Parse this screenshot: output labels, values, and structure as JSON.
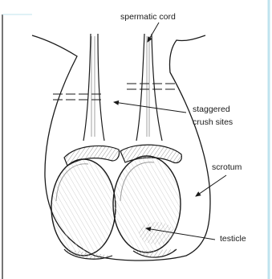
{
  "labels": {
    "spermatic_cord": "spermatic cord",
    "crush_line1": "staggered",
    "crush_line2": "crush sites",
    "scrotum": "scrotum",
    "testicle": "testicle"
  },
  "colors": {
    "ink": "#1a1a1a",
    "shade": "#8a8a8a",
    "border_right": "#bfe3ee"
  }
}
